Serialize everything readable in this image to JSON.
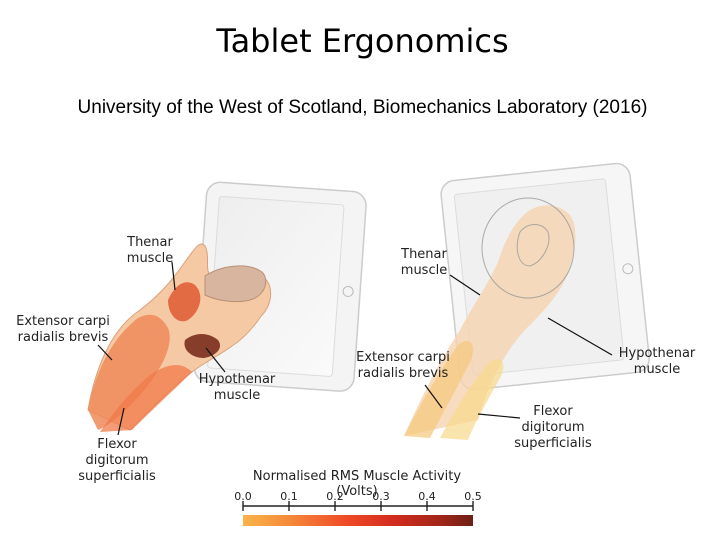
{
  "title": "Tablet Ergonomics",
  "subtitle": "University of the West of Scotland, Biomechanics Laboratory (2016)",
  "left_figure": {
    "thenar": [
      "Thenar",
      "muscle"
    ],
    "extensor": [
      "Extensor carpi",
      "radialis brevis"
    ],
    "hypothenar": [
      "Hypothenar",
      "muscle"
    ],
    "flexor": [
      "Flexor",
      "digitorum",
      "superficialis"
    ]
  },
  "right_figure": {
    "thenar": [
      "Thenar",
      "muscle"
    ],
    "hypothenar": [
      "Hypothenar",
      "muscle"
    ],
    "extensor": [
      "Extensor carpi",
      "radialis brevis"
    ],
    "flexor": [
      "Flexor",
      "digitorum",
      "superficialis"
    ]
  },
  "scale": {
    "title": "Normalised RMS Muscle Activity (Volts)",
    "ticks": [
      "0.0",
      "0.1",
      "0.2",
      "0.3",
      "0.4",
      "0.5"
    ],
    "colors": [
      "#f9b44a",
      "#f58a3a",
      "#ef4a26",
      "#d42c1e",
      "#a3261a",
      "#6e2014"
    ]
  }
}
